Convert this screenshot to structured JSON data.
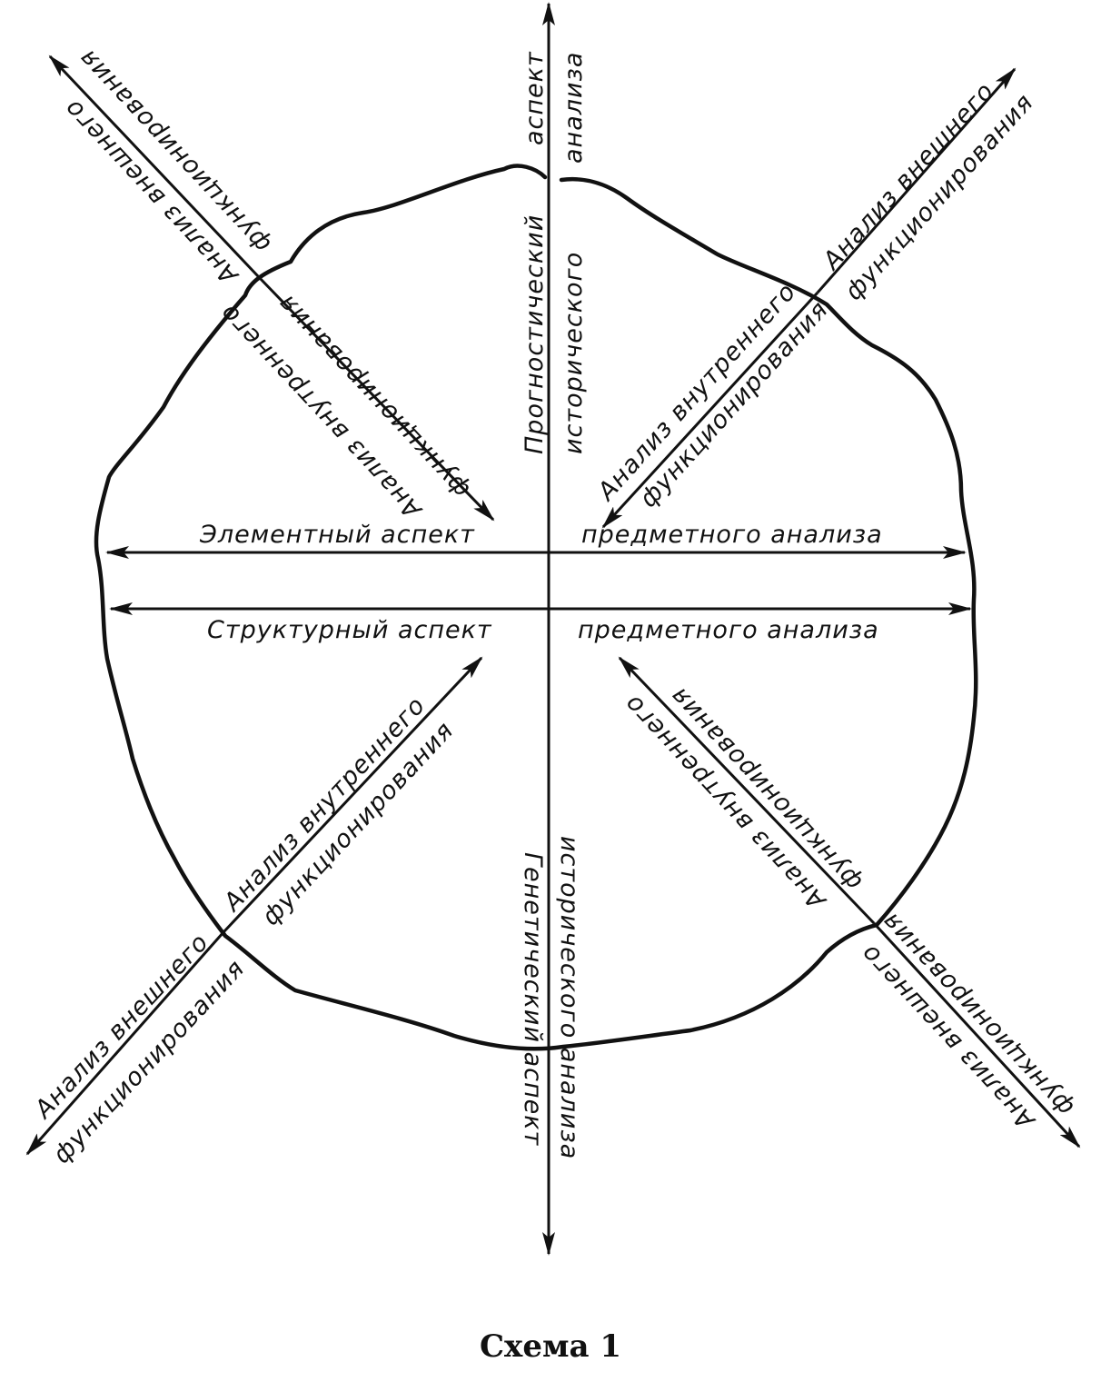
{
  "caption": "Схема 1",
  "labels": {
    "element_left": "Элементный аспект",
    "element_right": "предметного анализа",
    "structure_left": "Структурный аспект",
    "structure_right": "предметного анализа",
    "prognostic_upper": "Прогностический",
    "prognostic_aspect": "аспект",
    "prognostic_lower_1": "исторического",
    "prognostic_lower_2": "анализа",
    "genetic_1": "Генетический аспект",
    "genetic_2": "исторического анализа",
    "tl_outer_1": "Анализ внешнего",
    "tl_outer_2": "функционирования",
    "tl_inner_1": "Анализ внутреннего",
    "tl_inner_2": "функционирования",
    "tr_outer_1": "Анализ внешнего",
    "tr_outer_2": "функционирования",
    "tr_inner_1": "Анализ внутреннего",
    "tr_inner_2": "функционирования",
    "bl_outer_1": "Анализ внешнего",
    "bl_outer_2": "функционирования",
    "bl_inner_1": "Анализ внутреннего",
    "bl_inner_2": "функционирования",
    "br_outer_1": "Анализ внешнего",
    "br_outer_2": "функционирования",
    "br_inner_1": "Анализ внутреннего",
    "br_inner_2": "функционирования"
  },
  "colors": {
    "ink": "#111111",
    "paper": "#ffffff"
  }
}
